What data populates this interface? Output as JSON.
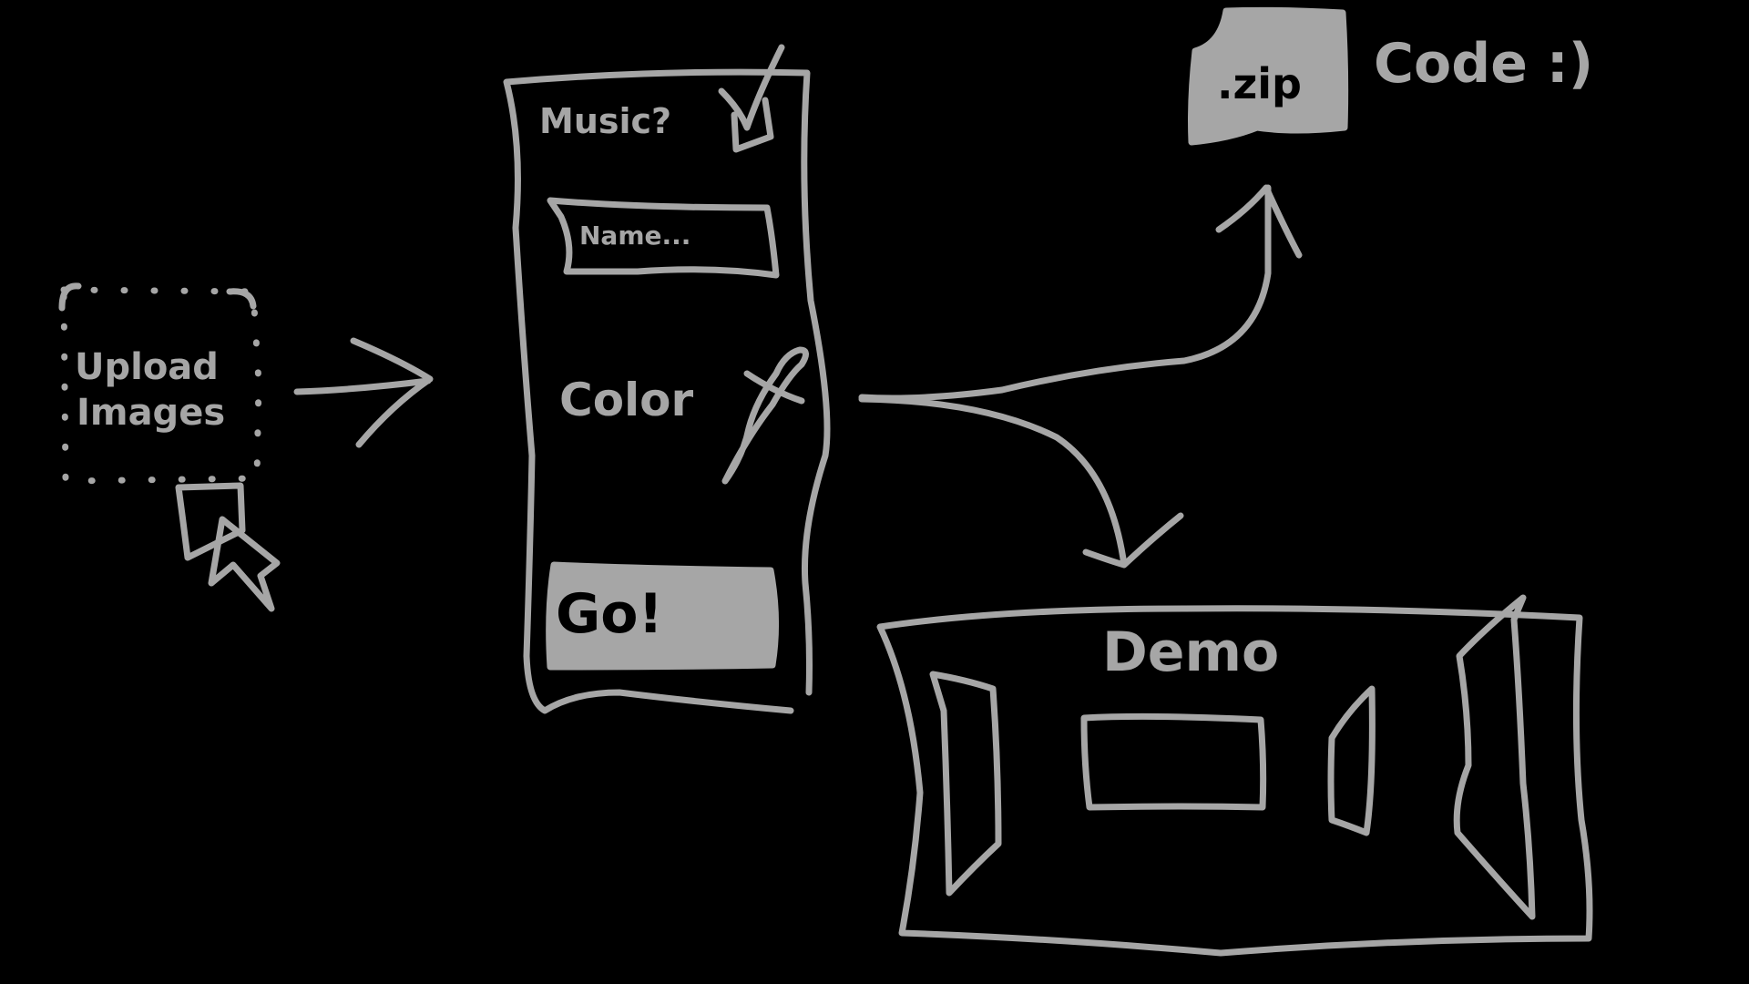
{
  "upload": {
    "label_line1": "Upload",
    "label_line2": "Images"
  },
  "form": {
    "music_label": "Music?",
    "name_placeholder": "Name...",
    "color_label": "Color",
    "go_label": "Go!"
  },
  "zip": {
    "label": ".zip",
    "caption": "Code :)"
  },
  "demo": {
    "label": "Demo"
  },
  "colors": {
    "background": "#000000",
    "ink": "#a6a6a6"
  },
  "icons": [
    "pointer-cursor-icon",
    "checkmark-icon",
    "pencil-icon",
    "zip-file-icon"
  ]
}
